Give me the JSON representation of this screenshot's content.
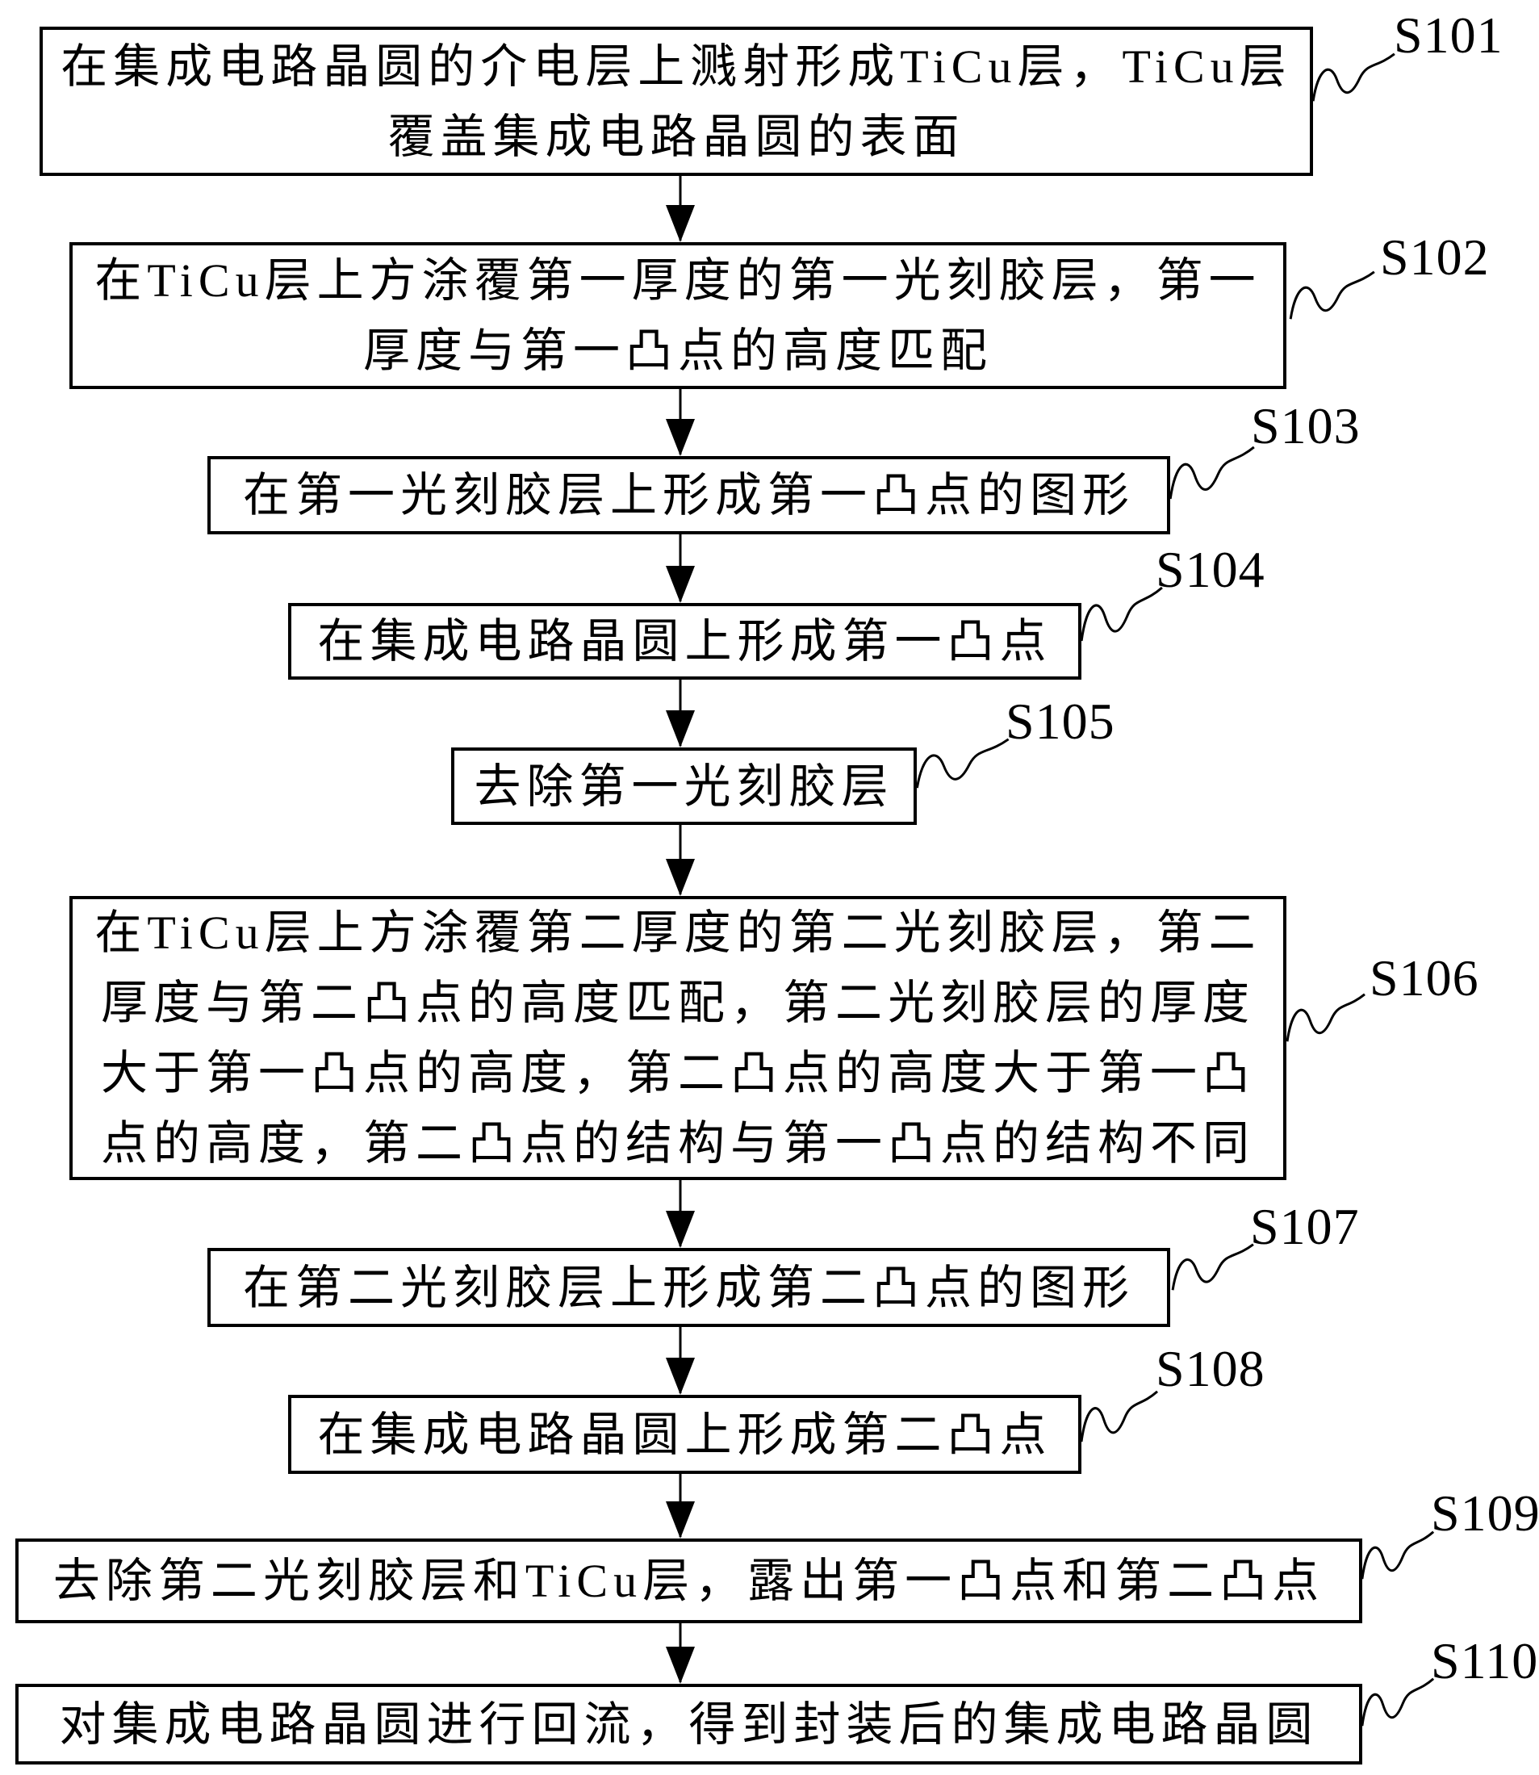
{
  "figure": {
    "type": "patent-flowchart",
    "background_color": "#ffffff",
    "ink_color": "#000000"
  },
  "steps": [
    {
      "label": "S101",
      "text": "在集成电路晶圆的介电层上溅射形成TiCu层，TiCu层\n覆盖集成电路晶圆的表面"
    },
    {
      "label": "S102",
      "text": "在TiCu层上方涂覆第一厚度的第一光刻胶层，第一\n厚度与第一凸点的高度匹配"
    },
    {
      "label": "S103",
      "text": "在第一光刻胶层上形成第一凸点的图形"
    },
    {
      "label": "S104",
      "text": "在集成电路晶圆上形成第一凸点"
    },
    {
      "label": "S105",
      "text": "去除第一光刻胶层"
    },
    {
      "label": "S106",
      "text": "在TiCu层上方涂覆第二厚度的第二光刻胶层，第二\n厚度与第二凸点的高度匹配，第二光刻胶层的厚度\n大于第一凸点的高度，第二凸点的高度大于第一凸\n点的高度，第二凸点的结构与第一凸点的结构不同"
    },
    {
      "label": "S107",
      "text": "在第二光刻胶层上形成第二凸点的图形"
    },
    {
      "label": "S108",
      "text": "在集成电路晶圆上形成第二凸点"
    },
    {
      "label": "S109",
      "text": "去除第二光刻胶层和TiCu层，露出第一凸点和第二凸点"
    },
    {
      "label": "S110",
      "text": "对集成电路晶圆进行回流，得到封装后的集成电路晶圆"
    }
  ]
}
